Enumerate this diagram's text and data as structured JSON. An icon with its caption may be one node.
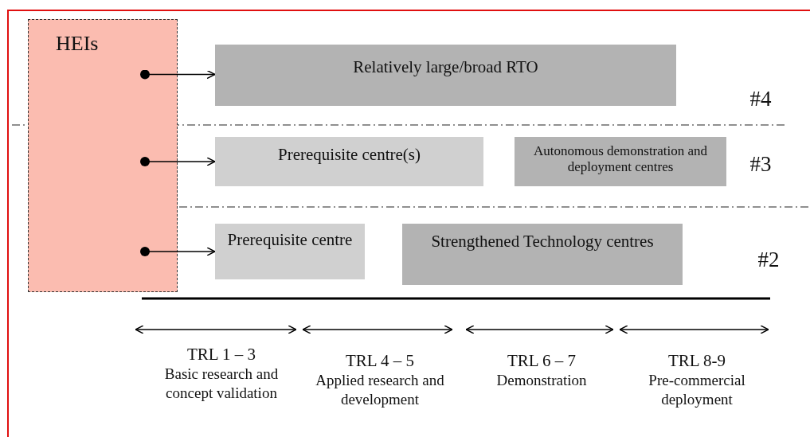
{
  "diagram": {
    "nodes": [
      {
        "text": [
          "HEIs"
        ]
      },
      {
        "text": [
          "Relatively large/broad RTO"
        ]
      },
      {
        "text": [
          "Prerequisite centre(s)"
        ]
      },
      {
        "text": [
          "Autonomous demonstration and deployment centres"
        ]
      },
      {
        "text": [
          "Prerequisite centre"
        ]
      },
      {
        "text": [
          "Strengthened Technology centres"
        ]
      }
    ],
    "edges": [
      {
        "from": 0,
        "to": 1,
        "arrow": "to"
      },
      {
        "from": 0,
        "to": 2,
        "arrow": "to"
      },
      {
        "from": 0,
        "to": 4,
        "arrow": "to"
      }
    ],
    "labels": [
      "#4",
      "#3",
      "#2",
      "TRL 1 – 3",
      "Basic research and concept validation",
      "TRL 4 – 5",
      "Applied research and development",
      "TRL 6 – 7",
      "Demonstration",
      "TRL 8-9",
      "Pre-commercial deployment"
    ]
  }
}
